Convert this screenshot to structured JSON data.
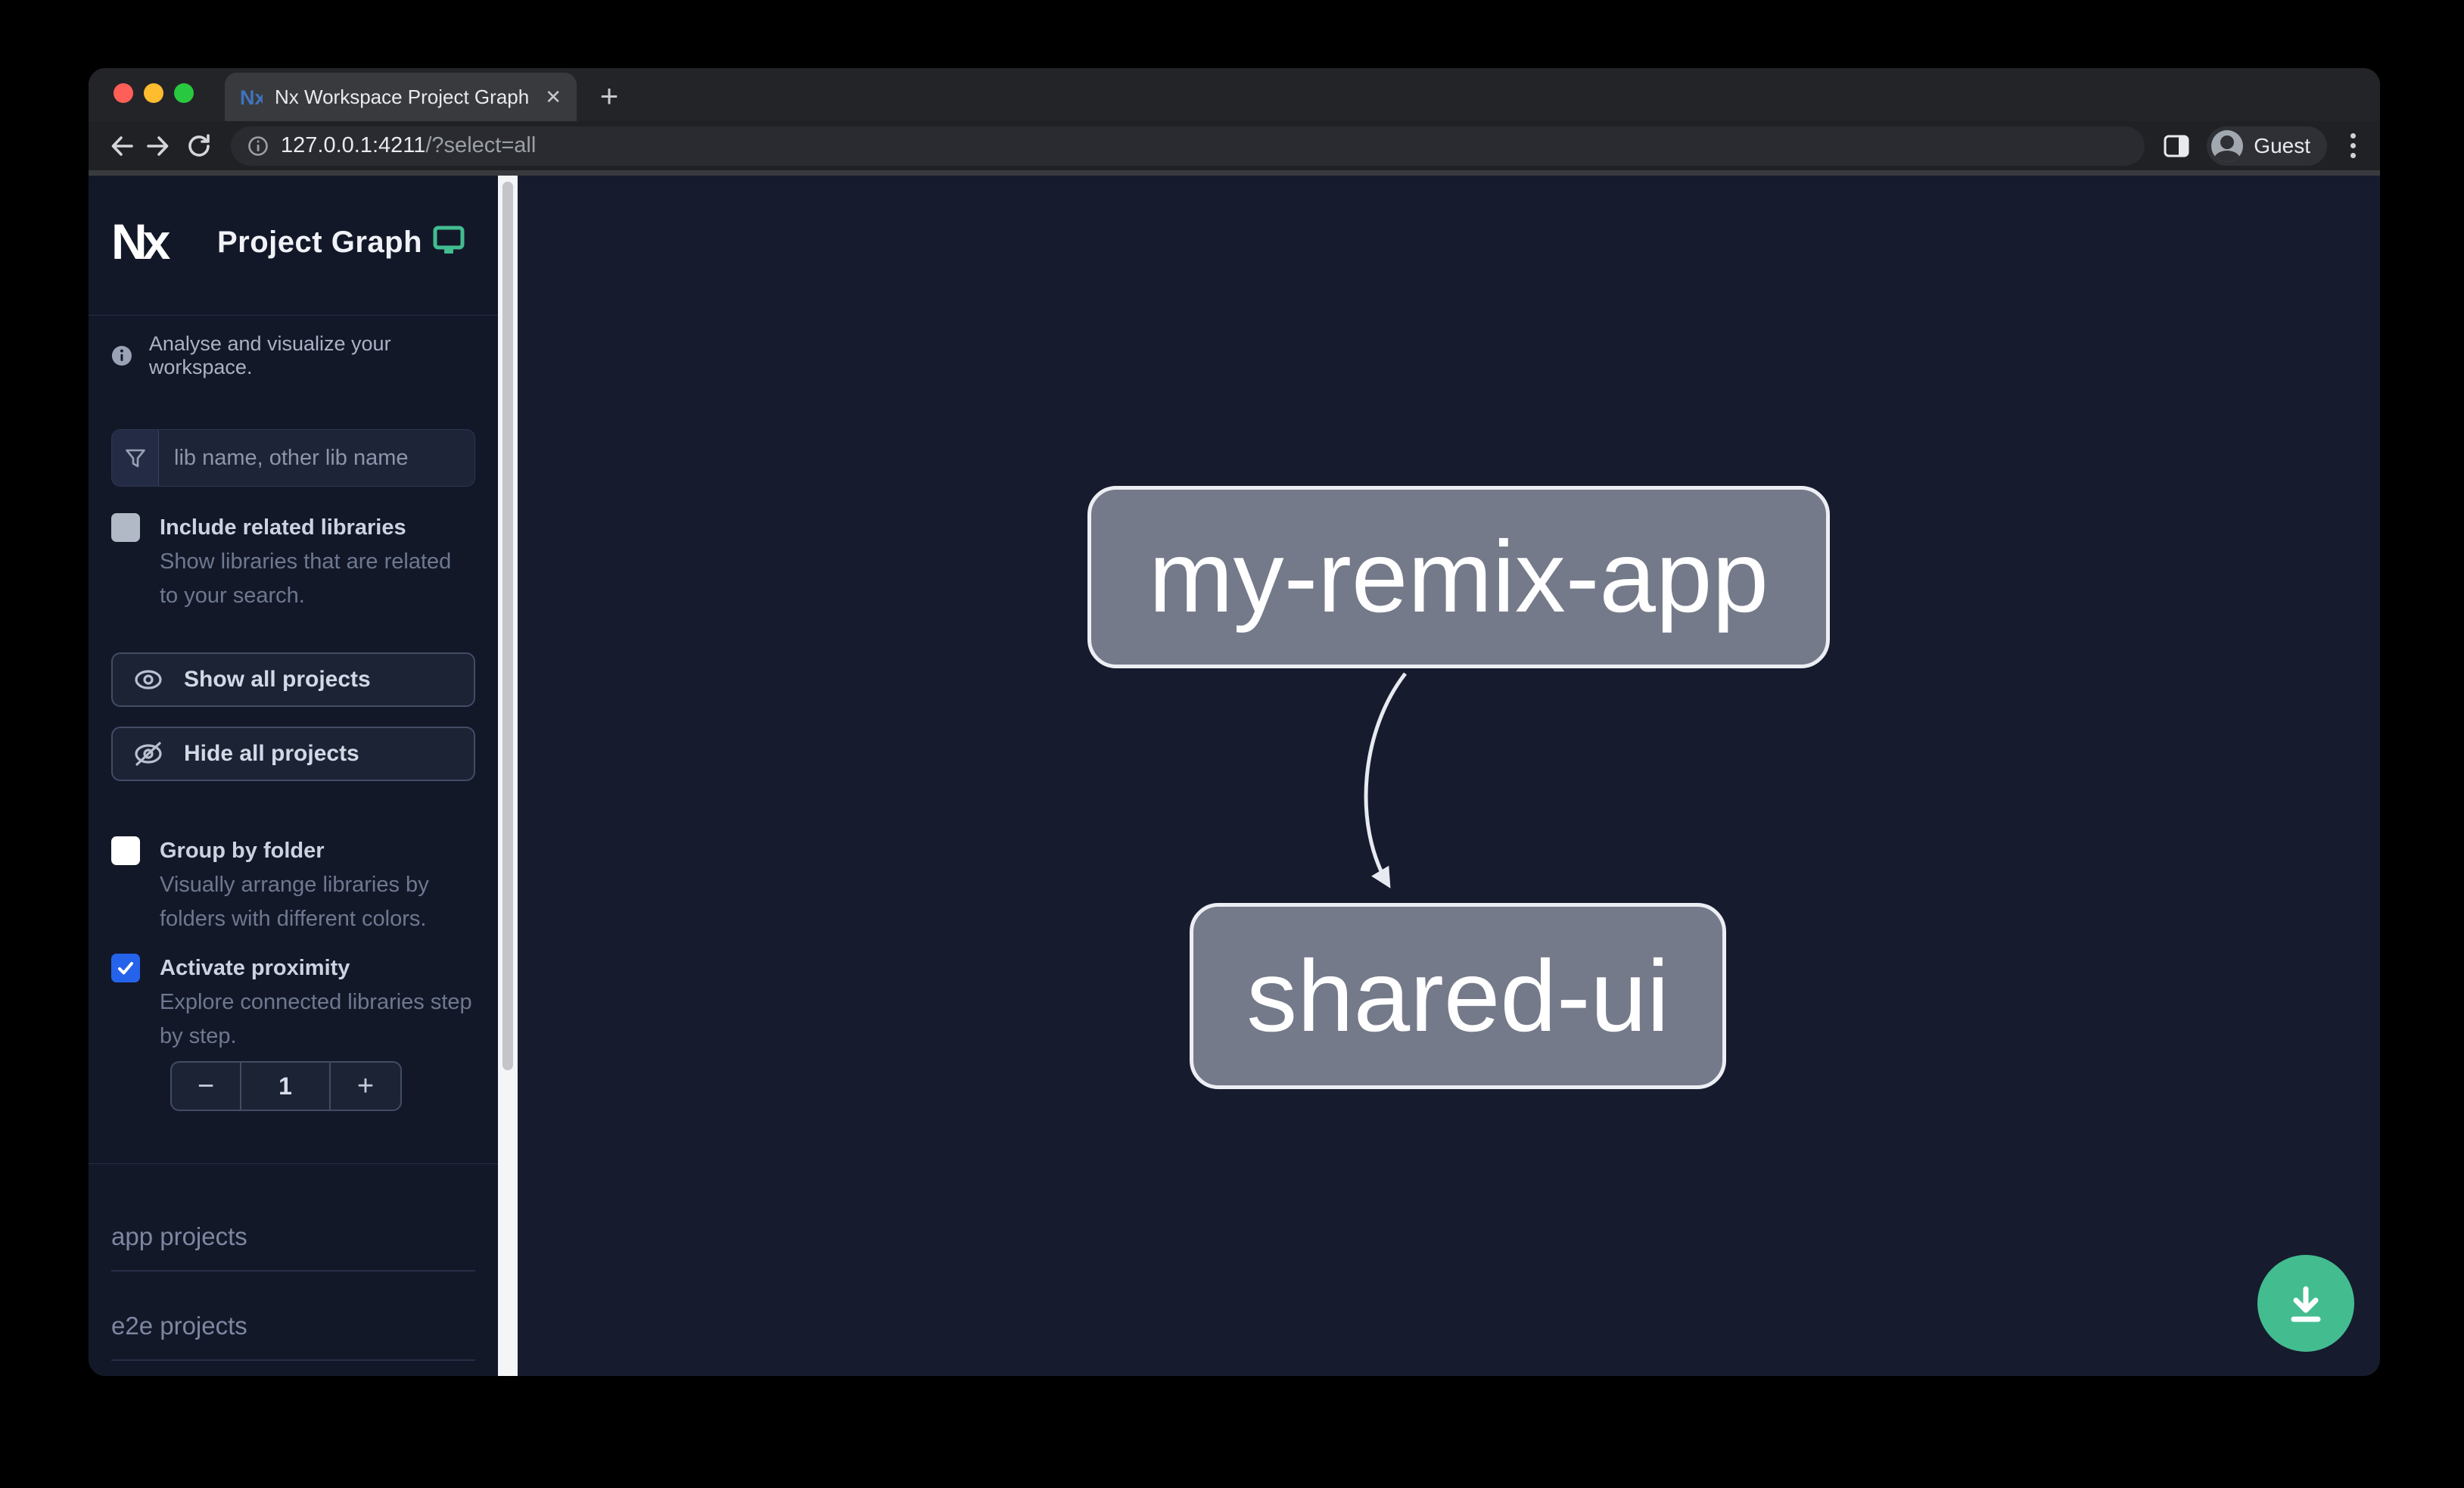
{
  "browser": {
    "tab": {
      "title": "Nx Workspace Project Graph",
      "favicon_text": "Nx",
      "close_glyph": "✕",
      "new_tab_glyph": "+"
    },
    "url": {
      "host": "127.0.0.1:4211",
      "path": "/?select=all"
    },
    "profile_label": "Guest"
  },
  "sidebar": {
    "logo_text": "Nx",
    "title": "Project Graph",
    "tagline": "Analyse and visualize your workspace.",
    "search": {
      "placeholder": "lib name, other lib name"
    },
    "include_related": {
      "label": "Include related libraries",
      "description": "Show libraries that are related to your search.",
      "checked": false
    },
    "show_all_label": "Show all projects",
    "hide_all_label": "Hide all projects",
    "group_by_folder": {
      "label": "Group by folder",
      "description": "Visually arrange libraries by folders with different colors.",
      "checked": false
    },
    "activate_proximity": {
      "label": "Activate proximity",
      "description": "Explore connected libraries step by step.",
      "checked": true
    },
    "proximity_stepper": {
      "decrement": "−",
      "value": "1",
      "increment": "+"
    },
    "sections": [
      {
        "label": "app projects"
      },
      {
        "label": "e2e projects"
      }
    ]
  },
  "graph": {
    "nodes": [
      {
        "id": "my-remix-app"
      },
      {
        "id": "shared-ui"
      }
    ],
    "edges": [
      {
        "from": "my-remix-app",
        "to": "shared-ui"
      }
    ]
  },
  "colors": {
    "accent_green": "#43bc90",
    "checkbox_blue": "#2563eb",
    "node_fill": "#757a8a",
    "node_border": "#eceef4",
    "edge": "#e7eaf0",
    "canvas_bg": "#171b2e",
    "sidebar_bg": "#131829"
  }
}
